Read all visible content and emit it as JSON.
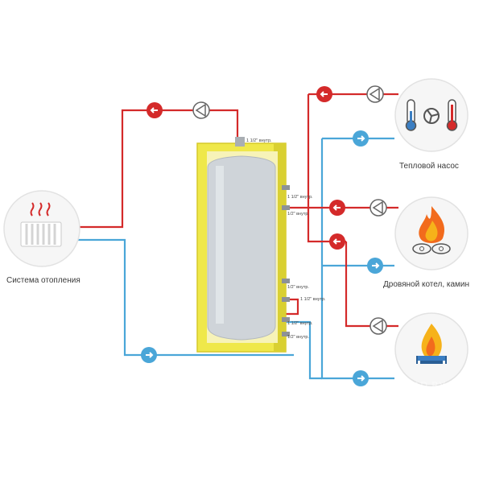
{
  "colors": {
    "hot": "#d42a2a",
    "cold": "#4aa6d8",
    "tank_shell": "#efe84a",
    "tank_body": "#cfd4d9"
  },
  "labels": {
    "heating_system": "Система отопления",
    "heat_pump": "Тепловой насос",
    "wood_boiler": "Дровяной котел, камин"
  },
  "ports": {
    "top": "1 1/2\" внутр.",
    "p1": "1 1/2\" внутр.",
    "p2": "1/2\" внутр.",
    "p3": "1/2\" внутр.",
    "p4": "1 1/2\" внутр.",
    "p5": "1 1/2\" внутр.",
    "p6": "1/2\" внутр."
  },
  "watermark": "BELSKLAD.BY",
  "icons": {
    "radiator": "radiator-icon",
    "heat_pump": "thermometers-fan-icon",
    "wood_boiler": "fire-logs-icon",
    "gas_burner": "gas-flame-icon",
    "pump": "circulation-pump-icon",
    "arrow_hot": "arrow-left-icon",
    "arrow_cold": "arrow-right-icon"
  }
}
